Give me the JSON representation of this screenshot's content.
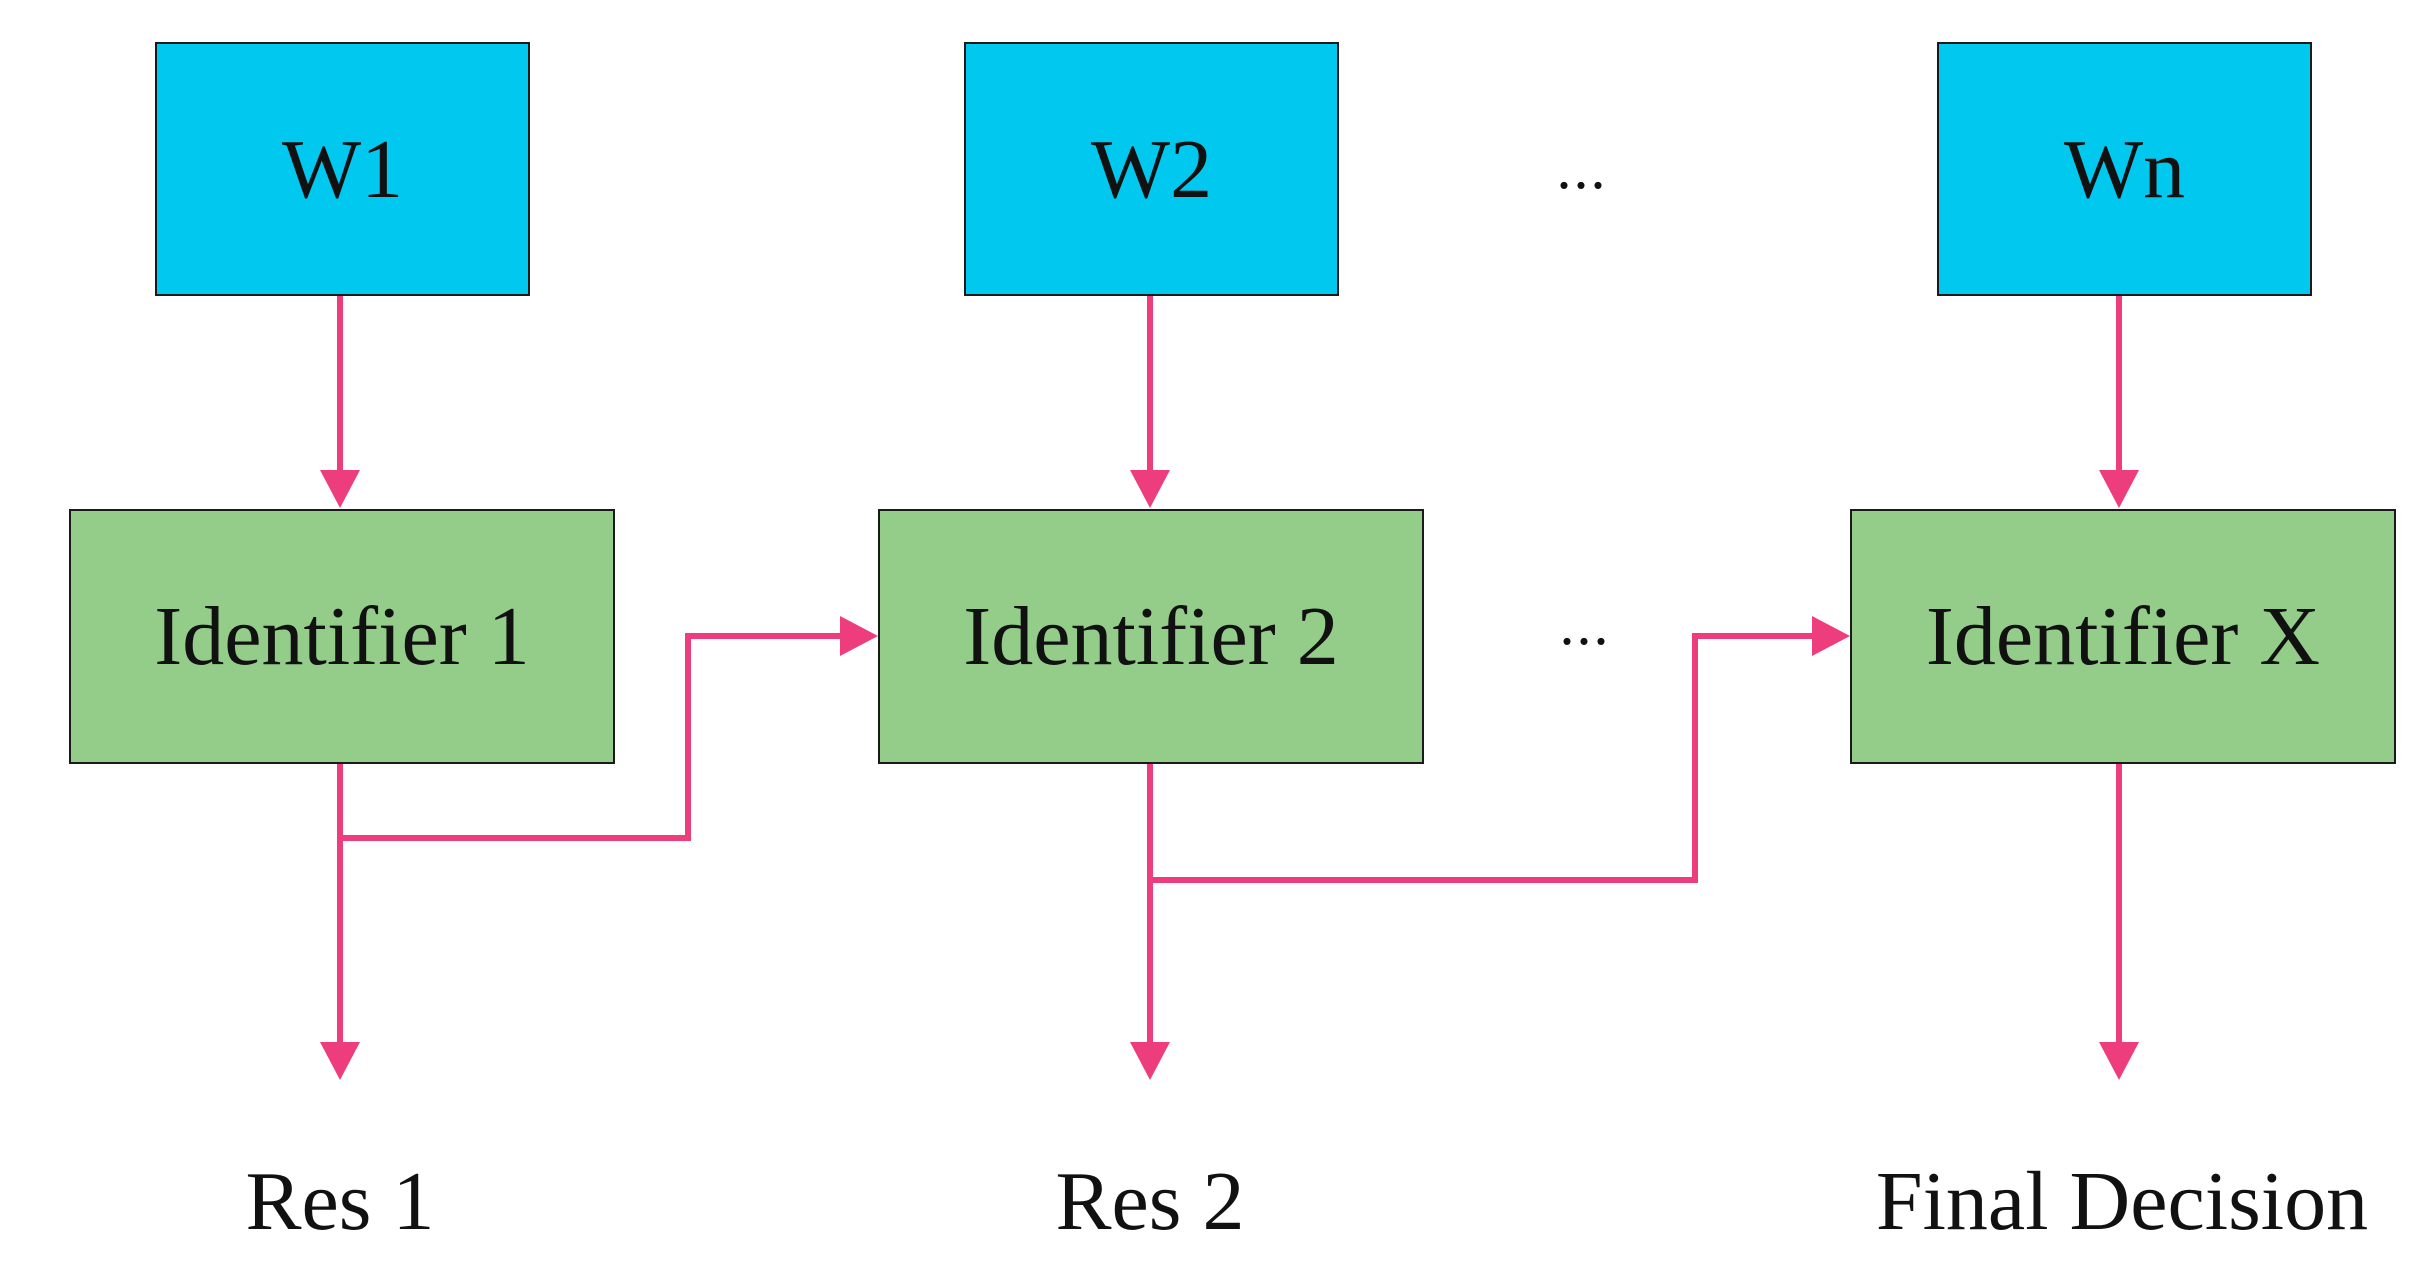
{
  "weights": {
    "w1": "W1",
    "w2": "W2",
    "wn": "Wn"
  },
  "identifiers": {
    "id1": "Identifier 1",
    "id2": "Identifier 2",
    "idx": "Identifier X"
  },
  "outputs": {
    "res1": "Res 1",
    "res2": "Res 2",
    "final": "Final Decision"
  },
  "ellipsis": {
    "top": "...",
    "middle": "..."
  },
  "colors": {
    "weight_box": "#00c8ef",
    "identifier_box": "#94cd8a",
    "arrow": "#ee3d7c"
  }
}
